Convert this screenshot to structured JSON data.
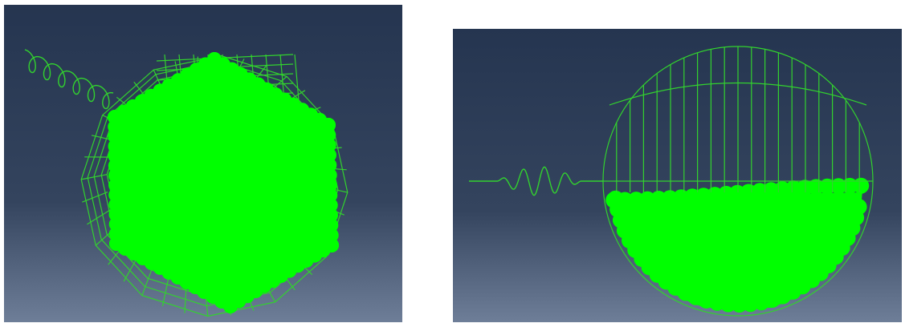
{
  "scene": {
    "background_top": "#253550",
    "background_bottom": "#6e7e98",
    "wire_color": "#32d22e",
    "particle_color": "#00ff00"
  },
  "panels": [
    {
      "id": "left",
      "particle_shape": "hexagon",
      "container": "spherical-wire-cage",
      "wire": "coil-spring"
    },
    {
      "id": "right",
      "particle_shape": "half-filled-sphere",
      "container": "spherical-wire-cage",
      "wire": "sinusoidal-wave"
    }
  ]
}
